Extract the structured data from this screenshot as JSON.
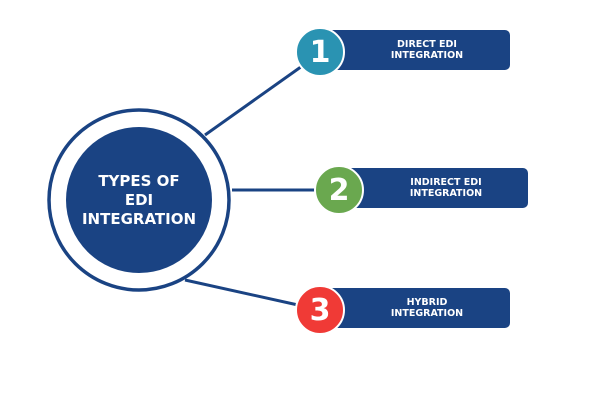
{
  "title": "TYPES OF EDI INTEGRATION",
  "title_lines": [
    "TYPES OF",
    "EDI",
    "INTEGRATION"
  ],
  "colors": {
    "primary": "#1a4383",
    "item1": "#2a93b2",
    "item2": "#6aa84f",
    "item3": "#f03a36"
  },
  "items": [
    {
      "number": "1",
      "lines": [
        "DIRECT EDI",
        "INTEGRATION"
      ]
    },
    {
      "number": "2",
      "lines": [
        "INDIRECT EDI",
        "INTEGRATION"
      ]
    },
    {
      "number": "3",
      "lines": [
        "HYBRID",
        "INTEGRATION"
      ]
    }
  ]
}
